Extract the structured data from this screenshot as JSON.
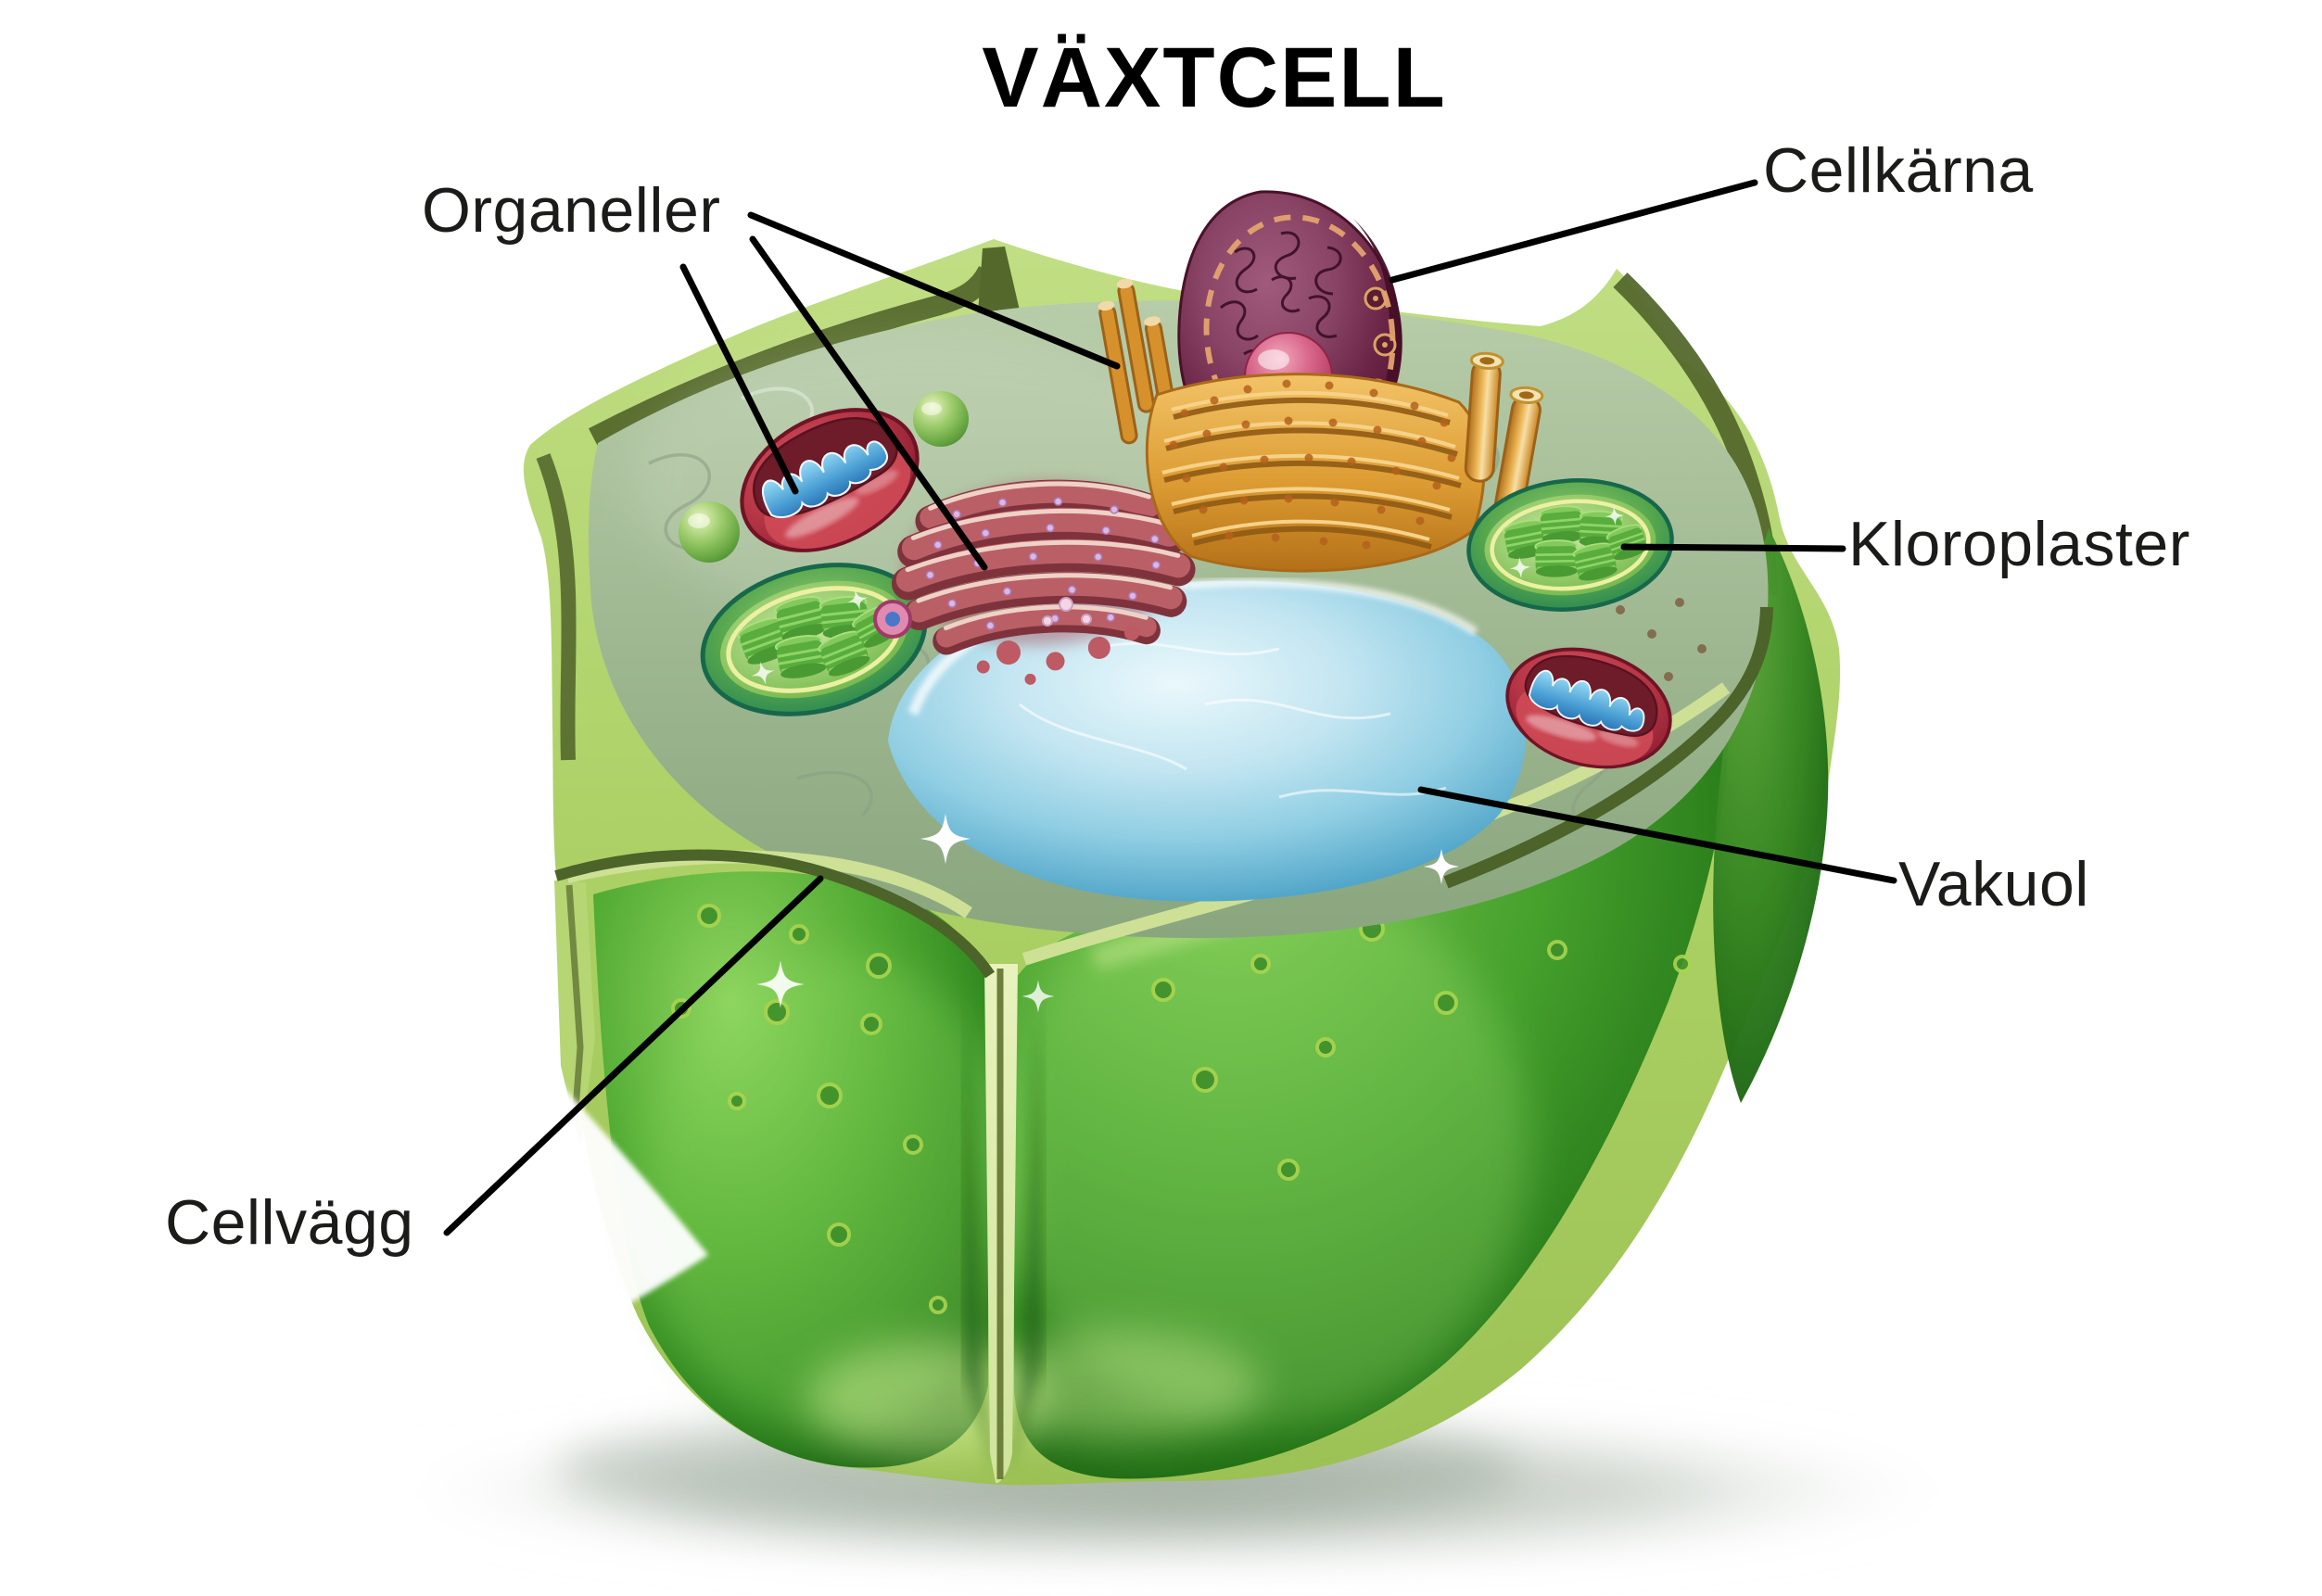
{
  "diagram": {
    "title": "VÄXTCELL",
    "labels": [
      {
        "id": "organeller",
        "text": "Organeller",
        "targets": [
          "mitochondrion",
          "golgi-apparatus",
          "endoplasmic-reticulum"
        ]
      },
      {
        "id": "cellkarna",
        "text": "Cellkärna",
        "targets": [
          "nucleus"
        ]
      },
      {
        "id": "kloroplaster",
        "text": "Kloroplaster",
        "targets": [
          "chloroplast"
        ]
      },
      {
        "id": "vakuol",
        "text": "Vakuol",
        "targets": [
          "vacuole"
        ]
      },
      {
        "id": "cellvagg",
        "text": "Cellvägg",
        "targets": [
          "cell-wall"
        ]
      }
    ],
    "colors": {
      "background": "#ffffff",
      "label_text": "#1b1b19",
      "leader_line": "#000000",
      "cell_wall_light_green": "#b2d36e",
      "cell_wall_dark_olive": "#55682c",
      "cytoplasm_sage": "#9db793",
      "front_face_green": "#47a52e",
      "vacuole_blue": "#8ecbdf",
      "nucleus_maroon": "#6b2040",
      "nucleolus_pink": "#c84a6e",
      "er_orange": "#e2a144",
      "golgi_pink": "#bb5c63",
      "mitochondrion_red": "#b02c3c",
      "mitochondrion_blue": "#4a9fd4",
      "chloroplast_green": "#3f9e46"
    }
  }
}
